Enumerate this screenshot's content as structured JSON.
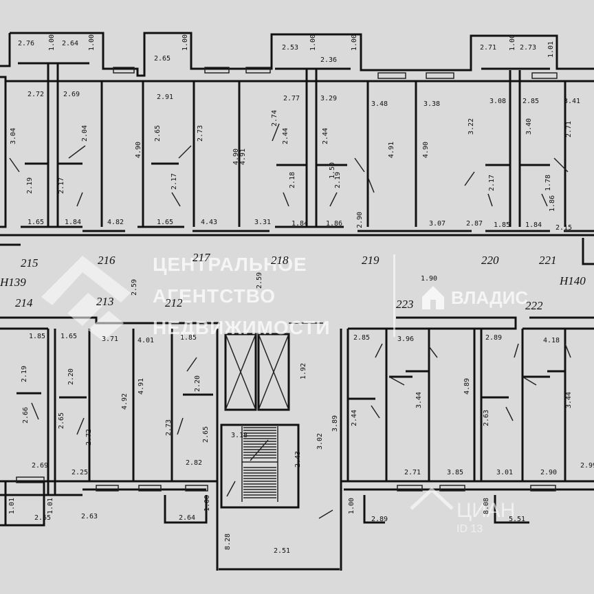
{
  "watermark": {
    "line1": "ЦЕНТРАЛЬНОЕ",
    "line2": "АГЕНТСТВО",
    "line3": "НЕДВИЖИМОСТИ",
    "brand": "ВЛАДИС",
    "cian": "ЦИАН",
    "cian_id": "ID 13"
  },
  "apartments": {
    "a215": "215",
    "a216": "216",
    "a217": "217",
    "a218": "218",
    "a219": "219",
    "a220": "220",
    "a221": "221",
    "a214": "214",
    "a213": "213",
    "a212": "212",
    "a223": "223",
    "a222": "222",
    "h139": "H139",
    "h140": "H140"
  },
  "dims": [
    "2.76",
    "1.00",
    "2.64",
    "1.00",
    "2.65",
    "1.00",
    "2.53",
    "1.00",
    "2.36",
    "1.00",
    "2.71",
    "1.00",
    "2.73",
    "1.01",
    "2.72",
    "2.69",
    "2.91",
    "2.77",
    "3.29",
    "3.48",
    "3.38",
    "3.08",
    "2.85",
    "3.41",
    "3.04",
    "2.04",
    "2.65",
    "2.73",
    "2.74",
    "2.44",
    "2.44",
    "4.91",
    "4.90",
    "3.22",
    "3.40",
    "2.71",
    "4.90",
    "4.90",
    "4.91",
    "2.19",
    "2.17",
    "2.18",
    "2.19",
    "2.17",
    "2.17",
    "1.78",
    "1.65",
    "1.84",
    "4.82",
    "1.65",
    "4.43",
    "3.31",
    "1.84",
    "1.86",
    "2.90",
    "3.07",
    "2.87",
    "1.85",
    "1.84",
    "2.15",
    "1.85",
    "1.65",
    "3.71",
    "4.01",
    "1.85",
    "2.85",
    "3.96",
    "2.89",
    "4.18",
    "2.19",
    "2.20",
    "4.92",
    "4.91",
    "2.20",
    "2.44",
    "3.44",
    "4.89",
    "2.63",
    "3.44",
    "2.66",
    "2.65",
    "2.72",
    "2.73",
    "2.65",
    "3.89",
    "3.02",
    "2.43",
    "2.59",
    "2.71",
    "3.85",
    "3.01",
    "2.90",
    "2.99",
    "2.69",
    "2.25",
    "2.82",
    "1.01",
    "1.01",
    "1.00",
    "1.00",
    "8.08",
    "2.65",
    "2.63",
    "2.64",
    "2.89",
    "5.51",
    "3.18",
    "1.92",
    "8.28",
    "2.51",
    "2.59",
    "1.90",
    "1.86",
    "1.50"
  ]
}
